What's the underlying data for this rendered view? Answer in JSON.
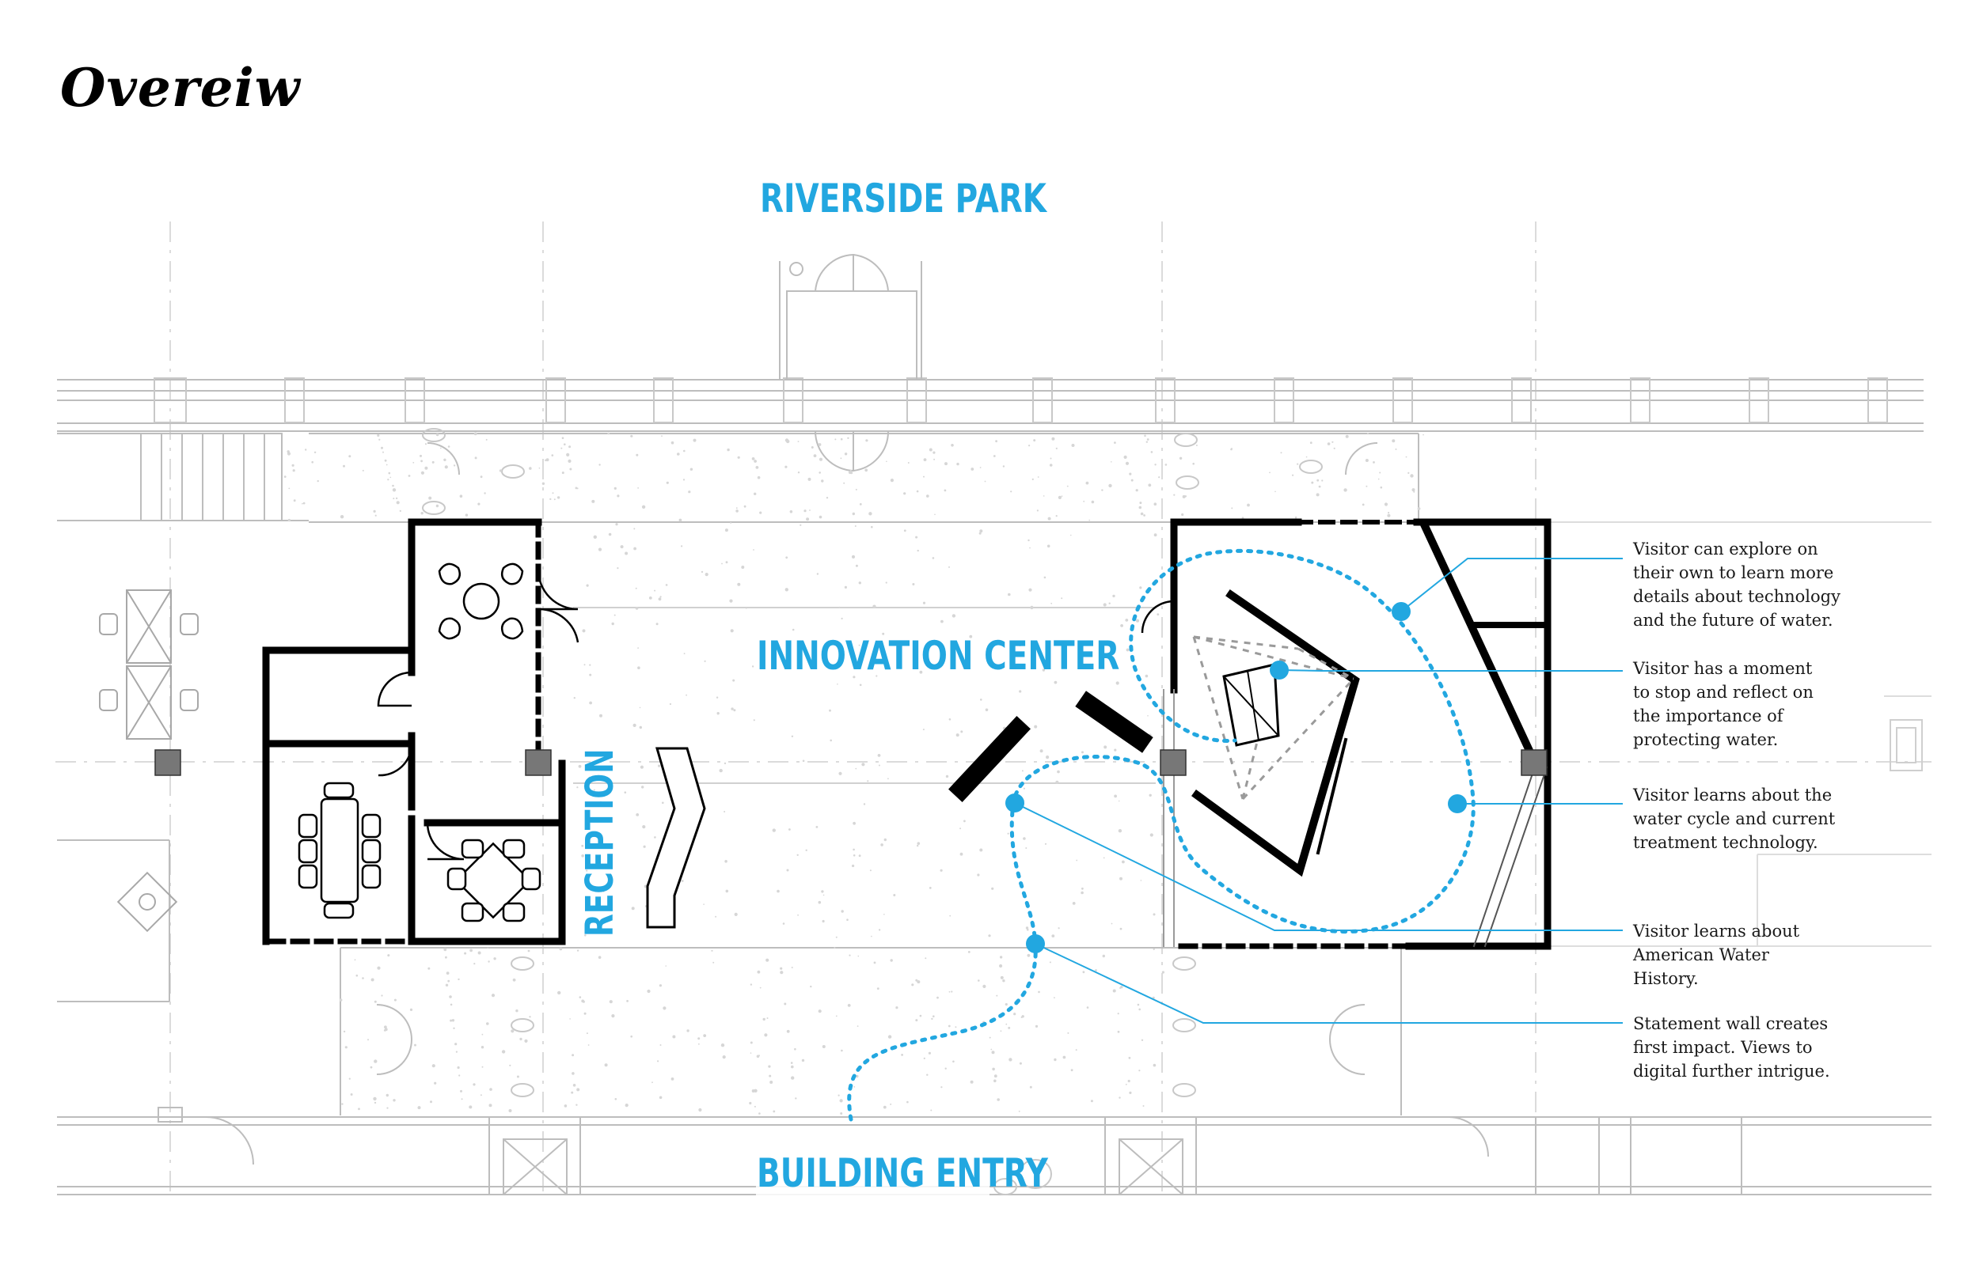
{
  "title": "Overeiw",
  "labels": {
    "top": "RIVERSIDE PARK",
    "center": "INNOVATION CENTER",
    "reception": "RECEPTION",
    "bottom": "BUILDING ENTRY"
  },
  "notes": [
    {
      "lines": [
        "Visitor can explore on",
        "their own to learn more",
        "details about technology",
        "and the future of water."
      ]
    },
    {
      "lines": [
        "Visitor has a moment",
        "to stop and reflect on",
        "the importance of",
        "protecting water."
      ]
    },
    {
      "lines": [
        "Visitor learns about the",
        "water cycle and current",
        "treatment technology."
      ]
    },
    {
      "lines": [
        "Visitor learns about",
        "American Water",
        "History."
      ]
    },
    {
      "lines": [
        "Statement wall creates",
        "first impact. Views to",
        "digital further intrigue."
      ]
    }
  ],
  "colors": {
    "accent": "#22a7e0",
    "wall": "#000000",
    "light_line": "#b8b8b8",
    "column": "#7a7a7a"
  }
}
